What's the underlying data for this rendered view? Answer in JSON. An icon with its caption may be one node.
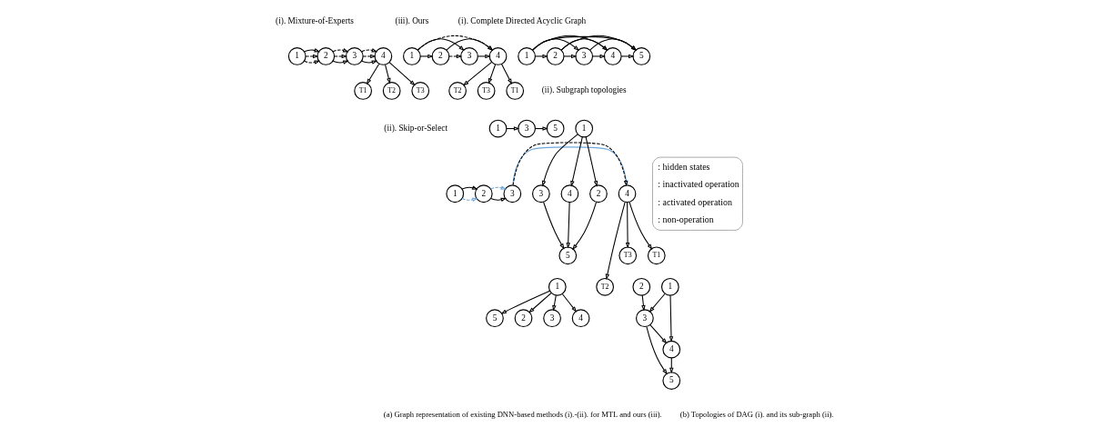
{
  "diagram": {
    "nodes": [
      {
        "text": [
          "1"
        ]
      },
      {
        "text": [
          "2"
        ]
      },
      {
        "text": [
          "3"
        ]
      },
      {
        "text": [
          "4"
        ]
      },
      {
        "text": [
          "T1"
        ]
      },
      {
        "text": [
          "T2"
        ]
      },
      {
        "text": [
          "T3"
        ]
      },
      {
        "text": [
          "1"
        ]
      },
      {
        "text": [
          "2"
        ]
      },
      {
        "text": [
          "3"
        ]
      },
      {
        "text": [
          "4"
        ]
      },
      {
        "text": [
          "T1"
        ]
      },
      {
        "text": [
          "T2"
        ]
      },
      {
        "text": [
          "T3"
        ]
      },
      {
        "text": [
          "1"
        ]
      },
      {
        "text": [
          "2"
        ]
      },
      {
        "text": [
          "3"
        ]
      },
      {
        "text": [
          "4"
        ]
      },
      {
        "text": [
          "T1"
        ]
      },
      {
        "text": [
          "T2"
        ]
      },
      {
        "text": [
          "T3"
        ]
      },
      {
        "text": [
          "1"
        ]
      },
      {
        "text": [
          "2"
        ]
      },
      {
        "text": [
          "3"
        ]
      },
      {
        "text": [
          "4"
        ]
      },
      {
        "text": [
          "5"
        ]
      },
      {
        "text": [
          "1"
        ]
      },
      {
        "text": [
          "3"
        ]
      },
      {
        "text": [
          "5"
        ]
      },
      {
        "text": [
          "2"
        ]
      },
      {
        "text": [
          "1"
        ]
      },
      {
        "text": [
          "3"
        ]
      },
      {
        "text": [
          "5"
        ]
      },
      {
        "text": [
          "4"
        ]
      },
      {
        "text": [
          "2"
        ]
      },
      {
        "text": [
          "3"
        ]
      },
      {
        "text": [
          "1"
        ]
      },
      {
        "text": [
          "4"
        ]
      },
      {
        "text": [
          "5"
        ]
      },
      {
        "text": [
          "2"
        ]
      },
      {
        "text": [
          "1"
        ]
      },
      {
        "text": [
          "3"
        ]
      },
      {
        "text": [
          "5"
        ]
      },
      {
        "text": [
          "4"
        ]
      }
    ],
    "edges": [
      {
        "from": 0,
        "to": 1,
        "arrow": "to",
        "style": "dashed"
      },
      {
        "from": 0,
        "to": 1,
        "arrow": "to",
        "style": "dashed"
      },
      {
        "from": 0,
        "to": 1,
        "arrow": "to"
      },
      {
        "from": 1,
        "to": 2,
        "arrow": "to"
      },
      {
        "from": 1,
        "to": 2,
        "arrow": "to",
        "style": "dashed"
      },
      {
        "from": 1,
        "to": 2,
        "arrow": "to",
        "style": "dashed"
      },
      {
        "from": 2,
        "to": 3,
        "arrow": "to"
      },
      {
        "from": 2,
        "to": 3,
        "arrow": "to",
        "style": "dashed"
      },
      {
        "from": 2,
        "to": 3,
        "arrow": "to",
        "style": "dashed"
      },
      {
        "from": 3,
        "to": 4,
        "arrow": "to"
      },
      {
        "from": 3,
        "to": 5,
        "arrow": "to"
      },
      {
        "from": 3,
        "to": 6,
        "arrow": "to"
      },
      {
        "from": 7,
        "to": 10,
        "arrow": "to",
        "style": "dashed"
      },
      {
        "from": 7,
        "to": 9,
        "arrow": "to"
      },
      {
        "from": 7,
        "to": 8,
        "arrow": "to"
      },
      {
        "from": 8,
        "to": 9,
        "arrow": "to",
        "style": "dashed"
      },
      {
        "from": 9,
        "to": 10,
        "arrow": "to"
      },
      {
        "from": 8,
        "to": 10,
        "arrow": "to"
      },
      {
        "from": 10,
        "to": 11,
        "arrow": "to"
      },
      {
        "from": 10,
        "to": 12,
        "arrow": "to"
      },
      {
        "from": 10,
        "to": 13,
        "arrow": "to"
      },
      {
        "from": 14,
        "to": 15,
        "arrow": "to",
        "style": "dashed",
        "color": "#6fa8dc"
      },
      {
        "from": 14,
        "to": 15,
        "arrow": "to"
      },
      {
        "from": 15,
        "to": 16,
        "arrow": "to"
      },
      {
        "from": 15,
        "to": 16,
        "arrow": "to",
        "style": "dashed",
        "color": "#6fa8dc"
      },
      {
        "from": 16,
        "to": 17,
        "arrow": "to",
        "color": "#6fa8dc"
      },
      {
        "from": 16,
        "to": 17,
        "arrow": "to",
        "style": "dashed"
      },
      {
        "from": 17,
        "to": 18,
        "arrow": "to"
      },
      {
        "from": 17,
        "to": 19,
        "arrow": "to"
      },
      {
        "from": 17,
        "to": 20,
        "arrow": "to"
      },
      {
        "from": 21,
        "to": 25,
        "arrow": "to"
      },
      {
        "from": 21,
        "to": 24,
        "arrow": "to"
      },
      {
        "from": 21,
        "to": 23,
        "arrow": "to"
      },
      {
        "from": 22,
        "to": 24,
        "arrow": "to"
      },
      {
        "from": 22,
        "to": 25,
        "arrow": "to"
      },
      {
        "from": 23,
        "to": 25,
        "arrow": "to"
      },
      {
        "from": 21,
        "to": 22,
        "arrow": "to"
      },
      {
        "from": 22,
        "to": 23,
        "arrow": "to"
      },
      {
        "from": 23,
        "to": 24,
        "arrow": "to"
      },
      {
        "from": 24,
        "to": 25,
        "arrow": "to"
      },
      {
        "from": 26,
        "to": 27,
        "arrow": "to"
      },
      {
        "from": 27,
        "to": 28,
        "arrow": "to"
      },
      {
        "from": 30,
        "to": 29,
        "arrow": "to"
      },
      {
        "from": 30,
        "to": 31,
        "arrow": "to"
      },
      {
        "from": 30,
        "to": 33,
        "arrow": "to"
      },
      {
        "from": 29,
        "to": 32,
        "arrow": "to"
      },
      {
        "from": 31,
        "to": 32,
        "arrow": "to"
      },
      {
        "from": 33,
        "to": 32,
        "arrow": "to"
      },
      {
        "from": 36,
        "to": 34,
        "arrow": "to"
      },
      {
        "from": 36,
        "to": 35,
        "arrow": "to"
      },
      {
        "from": 36,
        "to": 37,
        "arrow": "to"
      },
      {
        "from": 36,
        "to": 38,
        "arrow": "to"
      },
      {
        "from": 39,
        "to": 41,
        "arrow": "to"
      },
      {
        "from": 40,
        "to": 41,
        "arrow": "to"
      },
      {
        "from": 41,
        "to": 42,
        "arrow": "to"
      },
      {
        "from": 41,
        "to": 43,
        "arrow": "to"
      },
      {
        "from": 40,
        "to": 43,
        "arrow": "to"
      },
      {
        "from": 43,
        "to": 42,
        "arrow": "to"
      }
    ],
    "labels": [
      "(i). Mixture-of-Experts",
      "(iii). Ours",
      "(i). Complete Directed Acyclic Graph",
      "(ii). Subgraph topologies",
      "(ii). Skip-or-Select",
      "(a) Graph representation of existing DNN-based methods (i).-(ii). for MTL and ours (iii).",
      "(b) Topologies of DAG (i). and its sub-graph (ii)."
    ],
    "legend": [
      {
        "text": ": hidden states"
      },
      {
        "text": ": inactivated operation"
      },
      {
        "text": ": activated operation"
      },
      {
        "text": ": non-operation"
      }
    ]
  }
}
